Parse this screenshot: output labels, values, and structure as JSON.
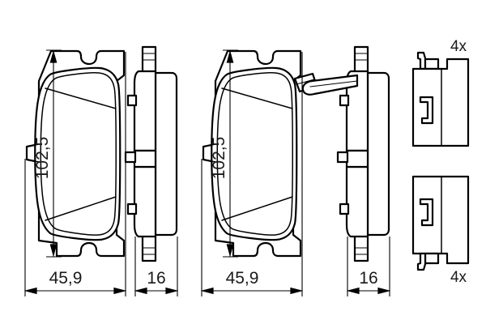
{
  "drawing": {
    "title": "Brake pad set technical drawing",
    "type": "engineering-dimension-drawing",
    "background_color": "#ffffff",
    "line_color": "#000000",
    "text_color": "#1a1a1a"
  },
  "views": [
    {
      "id": "pad-1-face",
      "name": "Brake pad 1 - face view",
      "height_dimension": "102,5",
      "width_dimension": "45,9"
    },
    {
      "id": "pad-1-side",
      "name": "Brake pad 1 - side view",
      "thickness_dimension": "16"
    },
    {
      "id": "pad-2-face",
      "name": "Brake pad 2 - face view with wear sensor",
      "height_dimension": "102,5",
      "width_dimension": "45,9"
    },
    {
      "id": "pad-2-side",
      "name": "Brake pad 2 - side view with wear sensor",
      "thickness_dimension": "16"
    },
    {
      "id": "clip-top",
      "name": "Accessory clip - upper",
      "quantity_label": "4x"
    },
    {
      "id": "clip-bottom",
      "name": "Accessory clip - lower",
      "quantity_label": "4x"
    }
  ],
  "dimensions": {
    "pad1_height": "102,5",
    "pad1_width": "45,9",
    "pad1_thickness": "16",
    "pad2_height": "102,5",
    "pad2_width": "45,9",
    "pad2_thickness": "16"
  },
  "quantities": {
    "clip_top": "4x",
    "clip_bottom": "4x"
  }
}
